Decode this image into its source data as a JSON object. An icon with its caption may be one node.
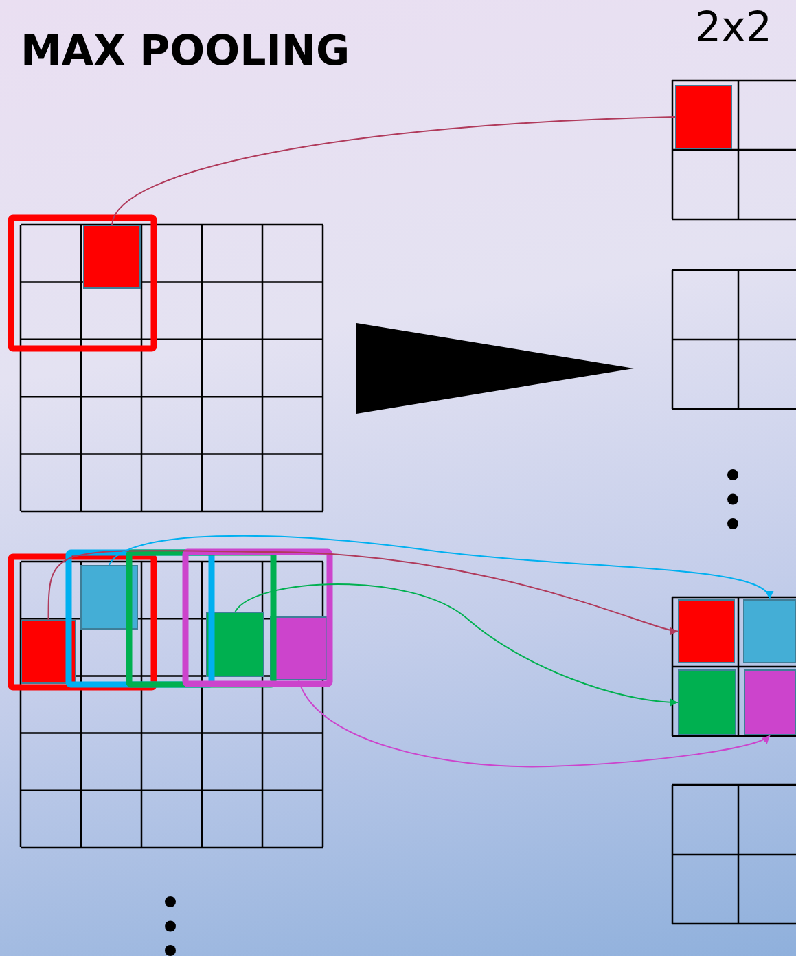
{
  "diagram": {
    "title": "MAX POOLING",
    "nodes": [
      {
        "text": [],
        "shape": "box"
      },
      {
        "text": [],
        "shape": "box"
      },
      {
        "text": [],
        "shape": "box"
      },
      {
        "text": [],
        "shape": "box"
      },
      {
        "text": [],
        "shape": "box"
      },
      {
        "text": [],
        "shape": "box"
      },
      {
        "text": [],
        "shape": "box"
      },
      {
        "text": [],
        "shape": "box"
      },
      {
        "text": [],
        "shape": "box"
      },
      {
        "text": [],
        "shape": "box"
      }
    ],
    "edges": [
      {
        "from": 0,
        "to": 1,
        "arrow": "none",
        "color": "#b03a5b"
      },
      {
        "from": 2,
        "to": 6,
        "arrow": "to",
        "color": "#b03a5b"
      },
      {
        "from": 3,
        "to": 7,
        "arrow": "to",
        "color": "#00b0f0"
      },
      {
        "from": 4,
        "to": 8,
        "arrow": "to",
        "color": "#00b050"
      },
      {
        "from": 5,
        "to": 9,
        "arrow": "to",
        "color": "#cc44cc"
      }
    ],
    "labels": [
      "2x2"
    ]
  }
}
